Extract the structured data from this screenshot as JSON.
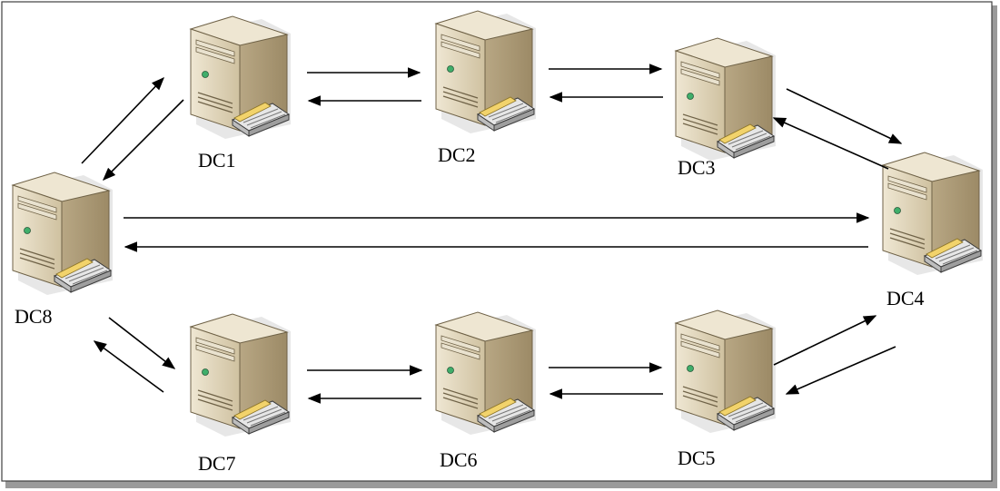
{
  "diagram": {
    "description_free": true,
    "servers": [
      {
        "id": "DC1",
        "label": "DC1"
      },
      {
        "id": "DC2",
        "label": "DC2"
      },
      {
        "id": "DC3",
        "label": "DC3"
      },
      {
        "id": "DC4",
        "label": "DC4"
      },
      {
        "id": "DC5",
        "label": "DC5"
      },
      {
        "id": "DC6",
        "label": "DC6"
      },
      {
        "id": "DC7",
        "label": "DC7"
      },
      {
        "id": "DC8",
        "label": "DC8"
      }
    ],
    "connections": [
      {
        "from": "DC1",
        "to": "DC2"
      },
      {
        "from": "DC2",
        "to": "DC1"
      },
      {
        "from": "DC2",
        "to": "DC3"
      },
      {
        "from": "DC3",
        "to": "DC2"
      },
      {
        "from": "DC3",
        "to": "DC4"
      },
      {
        "from": "DC4",
        "to": "DC3"
      },
      {
        "from": "DC8",
        "to": "DC4"
      },
      {
        "from": "DC4",
        "to": "DC8"
      },
      {
        "from": "DC8",
        "to": "DC1"
      },
      {
        "from": "DC1",
        "to": "DC8"
      },
      {
        "from": "DC8",
        "to": "DC7"
      },
      {
        "from": "DC7",
        "to": "DC8"
      },
      {
        "from": "DC7",
        "to": "DC6"
      },
      {
        "from": "DC6",
        "to": "DC7"
      },
      {
        "from": "DC6",
        "to": "DC5"
      },
      {
        "from": "DC5",
        "to": "DC6"
      },
      {
        "from": "DC5",
        "to": "DC4"
      },
      {
        "from": "DC4",
        "to": "DC5"
      }
    ],
    "colors": {
      "case_front": "#d8ccb0",
      "case_side": "#b3a27e",
      "case_top": "#ece4d0",
      "drive_tray": "#e8e8e8",
      "paper": "#f2d36b",
      "arrow": "#000000",
      "border": "#404040"
    }
  }
}
